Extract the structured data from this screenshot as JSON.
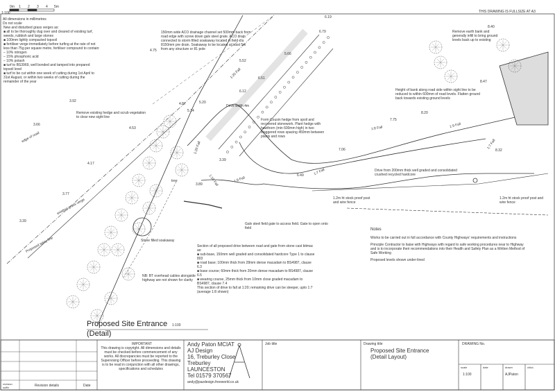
{
  "header": {
    "scale_label": "1:100",
    "scale_ticks": [
      "0m",
      "1",
      "2",
      "3",
      "4",
      "5m"
    ],
    "dims_note": "All dimensions in millimetres",
    "do_not_scale": "Do not scale",
    "fullsize_note": "THIS DRAWING IS FULLSIZE AT A3"
  },
  "notes_left": [
    "New and disturbed grass verges as:",
    "■  all to be thoroughly dug over and cleared of existing turf, weeds, rubbish and large stones",
    "■  100mm lightly compacted topsoil",
    "■  fertiliser verge immediately before turfing at the rate of not less than 75g per square metre, fertiliser compound to contain:",
    "   –  10% nitrogen",
    "   –  15% phosphoric acid",
    "   –  10% potash",
    "■  turf to BS3969, well bonded and tamped into prepared topsoil level",
    "■  turf to be cut within one week of cutting during 1st April to 31st August, or within two weeks of cutting during the remainder of the year"
  ],
  "annotations": {
    "drainage": "150mm wide ACO drainage channel set 500mm back from road edge with screw down galv steel grate. ACO drain connected to storm filled soakaway located in field c/a 8150mm pre drain. Soakaway to be located at least 5m from any structure or 81 pole",
    "hedge_removal": "Remove existing hedge and scrub vegetation to clear new sight line",
    "drive_width": "Drive width 4m",
    "farm_cousin": "Form Cousin hedge from spoil and recovered stonework. Plant hedge with hawthorn (min 600mm high) in two staggered rows spacing 450mm between plants and rows",
    "bank_height": "Height of bank along road side within sight line to be reduced to within 600mm of road levels. Flatten ground back towards existing ground levels",
    "remove_bank": "Remove earth bank and generally infill to bring ground levels back up to existing",
    "drive_formed": "Drive from 200mm thick well graded and consolidated crushed recycled hardcore",
    "fence_1": "1.2m ht stock proof post and wire fence",
    "fence_2": "1.2m ht stock proof post and wire fence",
    "gate": "Galv steel field gate to access field. Gate to open onto field",
    "soakaway": "Stone filled soakaway",
    "section_title": "Section of all proposed drive between road and gate from stone cast bitmac as:",
    "section_items": [
      "■  sub-base, 150mm well graded and consolidated hardcore Type 1 to clause 803",
      "■  road base; 100mm thick from 28mm dense macadam to BS4987, clause 6.3",
      "■  base course; 60mm thick from 20mm dense macadam to BS4987, clause 6.5",
      "■  wearing course, 25mm thick from 10mm close graded macadam to BS4987, clause 7.4"
    ],
    "section_fall": "This section of drive to fall at 1:20; remaining drive can be steeper, upto 1:7 (average 1:8 shown)",
    "overhead_cables": "NB: BT overhead cables alongside highway are not shown for clarity",
    "exist_verge": "existing grass verge",
    "proposed_splay": "Proposed splay line",
    "tree": "tree",
    "edge_of_road": "edge of road"
  },
  "levels": [
    "6.19",
    "6.79",
    "5.66",
    "4.75",
    "5.52",
    "6.12",
    "6.51",
    "5.20",
    "4.87",
    "5.14",
    "3.92",
    "3.66",
    "4.53",
    "4.17",
    "3.77",
    "3.39",
    "3.39",
    "3.89",
    "7.06",
    "6.49",
    "7.75",
    "8.20",
    "8.32",
    "8.40",
    "8.47"
  ],
  "falls": [
    "1:20 Fall",
    "1:20 Fall",
    "1:10 Fall",
    "1:9 Fall",
    "1:8 Fall",
    "1:9 Fall",
    "1:7 Fall",
    "1:7 Fall"
  ],
  "notes_right": {
    "title": "Notes",
    "items": [
      "Works to be carried out in full accordance with County Highways' requirements and instructions",
      "Principle Contractor to liaise with Highways with regard to safe working procedures near to Highway and is to incorporate their recommendations into their Health and Safety Plan as a Written Method of Safe Working",
      "Proposed levels shown under-lined"
    ]
  },
  "drawing_title": "Proposed Site Entrance",
  "drawing_title_2": "(Detail)",
  "drawing_scale": "1:100",
  "title_block": {
    "revision_label": "revision suffix",
    "revision_details": "Revision details",
    "date_label": "Date",
    "important_title": "IMPORTANT",
    "important_text": "This drawing is copyright. All dimensions and details must be checked before commencement of any works. All discrepancies must be reported to the Supervising Officer before proceeding. This drawing is to be read in conjunction with all other drawings, specifications and schedules",
    "company_name": "Andy Paton MCIAT",
    "company_sub": "AJ Design",
    "address_1": "16, Treburley Close",
    "address_2": "Treburley",
    "address_3": "LAUNCESTON",
    "phone": "Tel 01579 370567",
    "email": "andy@pazdesign.freeworld.co.uk",
    "job_title_label": "Job title",
    "drawing_title_label": "Drawing title",
    "drawing_title_value": "Proposed Site Entrance",
    "drawing_title_value_2": "(Detail Layout)",
    "drawing_no_label": "DRAWING No.",
    "scale_label": "scale",
    "scale_value": "1:100",
    "date_col_label": "date",
    "drawn_label": "drawn",
    "drawn_value": "AJPaton",
    "chkd_label": "chkd."
  }
}
